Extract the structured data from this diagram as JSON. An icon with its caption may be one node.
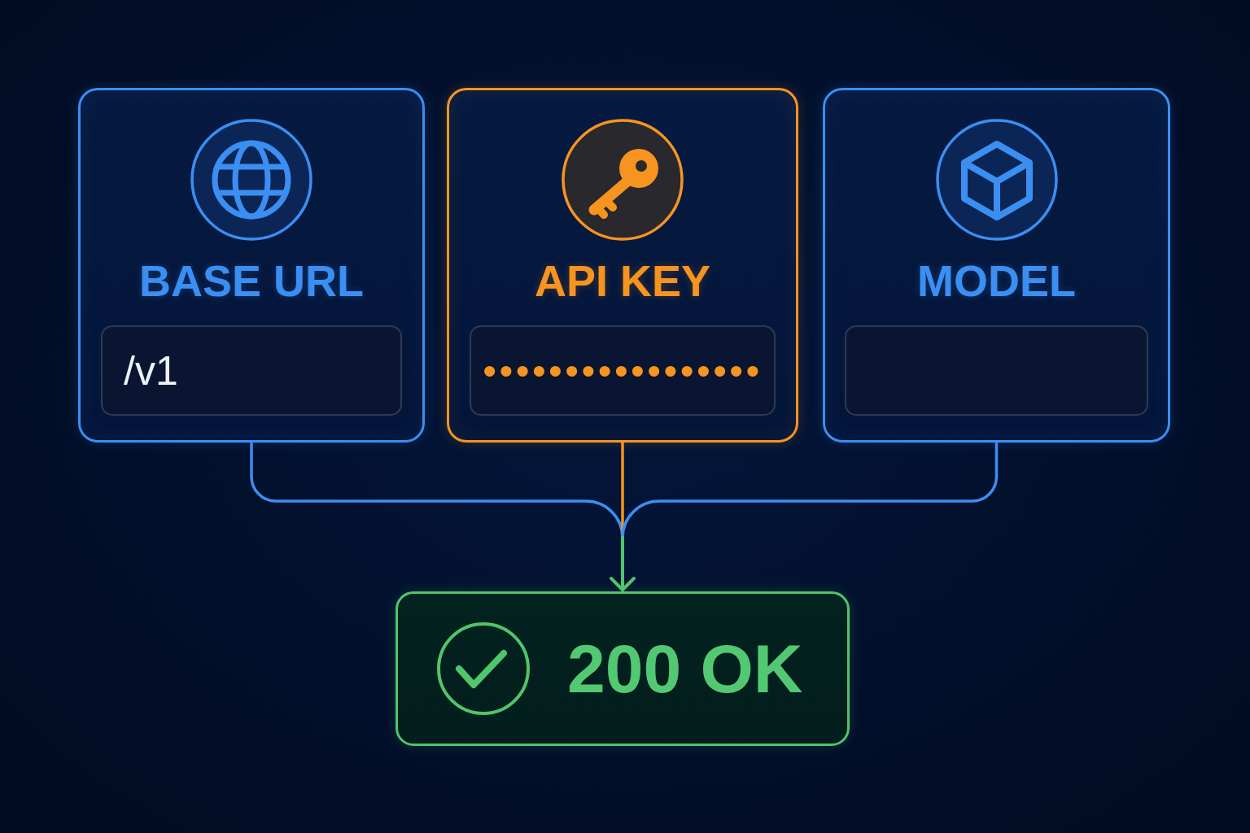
{
  "diagram": {
    "nodes": [
      {
        "text": [
          "BASE URL"
        ]
      },
      {
        "text": [
          "/v1"
        ],
        "in": 0
      },
      {
        "text": [
          "API KEY"
        ]
      },
      {
        "text": [
          "•••••••••••••••••"
        ],
        "in": 2
      },
      {
        "text": [
          "MODEL"
        ]
      },
      {
        "text": [],
        "shape": "box",
        "in": 4
      },
      {
        "text": [
          "200 OK"
        ]
      }
    ],
    "edges": [
      {
        "from": 0,
        "to": 6,
        "arrow": "to"
      },
      {
        "from": 2,
        "to": 6,
        "arrow": "to",
        "color": "#f7941f"
      },
      {
        "from": 4,
        "to": 6,
        "arrow": "to"
      }
    ]
  }
}
